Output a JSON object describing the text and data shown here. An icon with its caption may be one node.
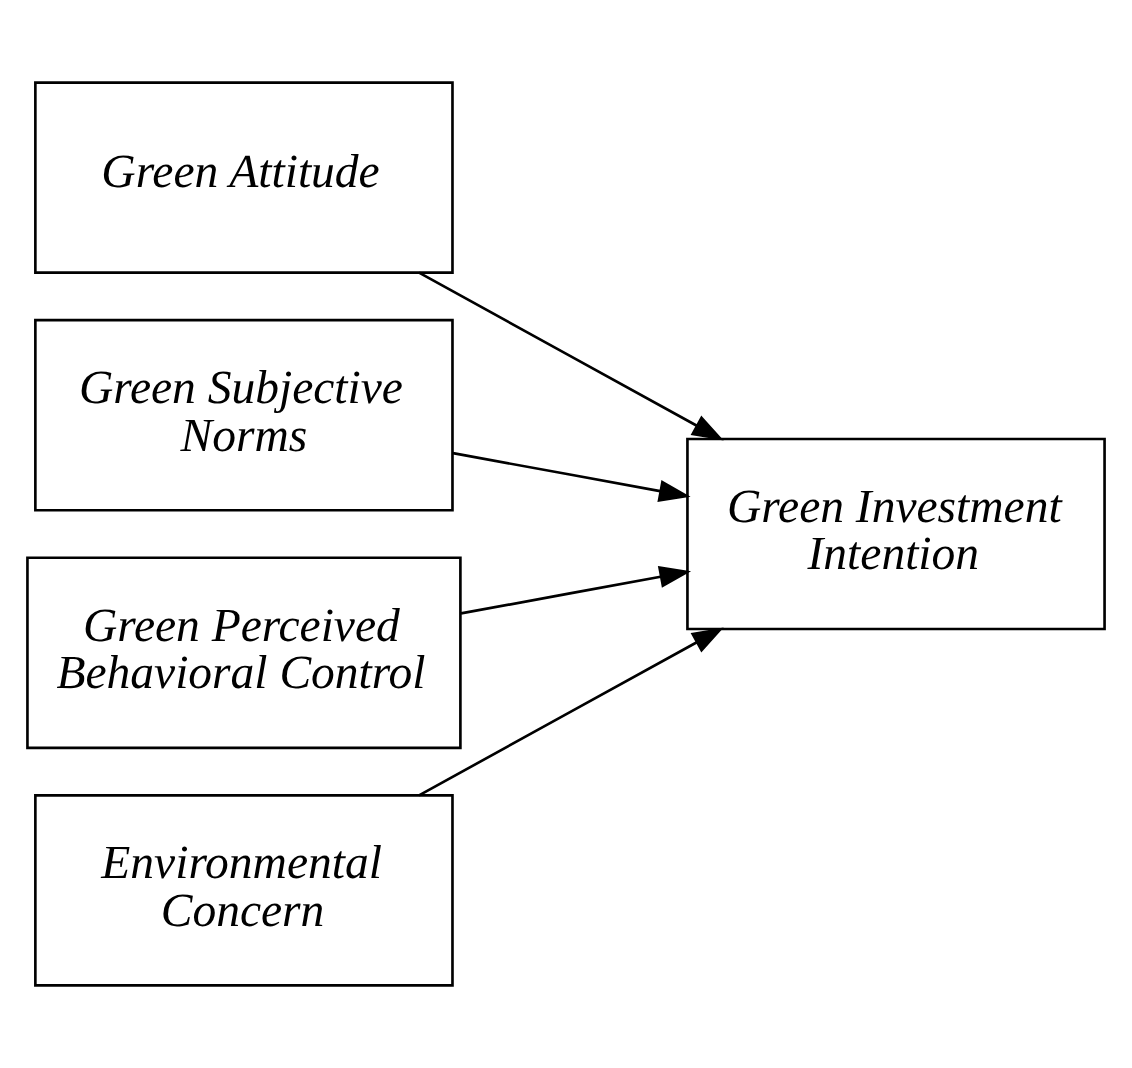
{
  "diagram": {
    "nodes": [
      {
        "text": [
          "Green Attitude"
        ]
      },
      {
        "text": [
          "Green Subjective Norms"
        ]
      },
      {
        "text": [
          "Green Perceived Behavioral Control"
        ]
      },
      {
        "text": [
          "Environmental Concern"
        ]
      },
      {
        "text": [
          "Green Investment Intention"
        ]
      }
    ],
    "edges": [
      {
        "from": 0,
        "to": 4,
        "arrow": "to"
      },
      {
        "from": 1,
        "to": 4,
        "arrow": "to"
      },
      {
        "from": 2,
        "to": 4,
        "arrow": "to"
      },
      {
        "from": 3,
        "to": 4,
        "arrow": "to"
      }
    ]
  }
}
